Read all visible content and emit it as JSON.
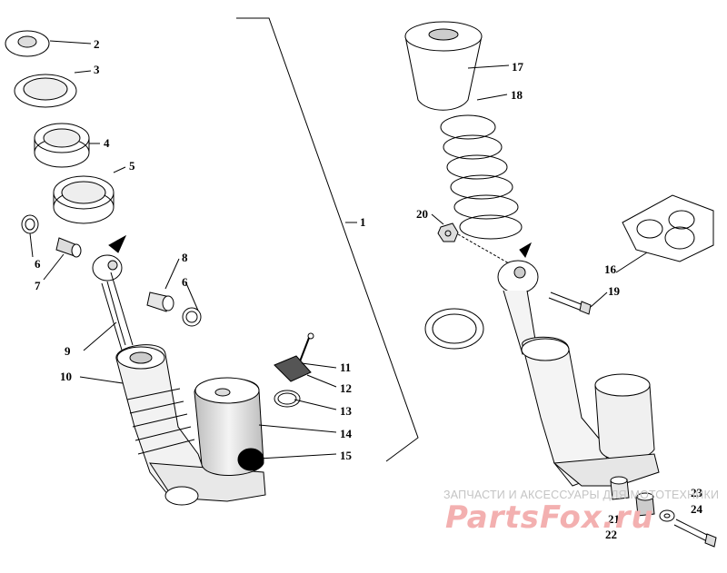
{
  "labels": [
    {
      "id": "1",
      "text": "1"
    },
    {
      "id": "2",
      "text": "2"
    },
    {
      "id": "3",
      "text": "3"
    },
    {
      "id": "4",
      "text": "4"
    },
    {
      "id": "5",
      "text": "5"
    },
    {
      "id": "6a",
      "text": "6"
    },
    {
      "id": "6b",
      "text": "6"
    },
    {
      "id": "7",
      "text": "7"
    },
    {
      "id": "8",
      "text": "8"
    },
    {
      "id": "9",
      "text": "9"
    },
    {
      "id": "10",
      "text": "10"
    },
    {
      "id": "11",
      "text": "11"
    },
    {
      "id": "12",
      "text": "12"
    },
    {
      "id": "13",
      "text": "13"
    },
    {
      "id": "14",
      "text": "14"
    },
    {
      "id": "15",
      "text": "15"
    },
    {
      "id": "16",
      "text": "16"
    },
    {
      "id": "17",
      "text": "17"
    },
    {
      "id": "18",
      "text": "18"
    },
    {
      "id": "19",
      "text": "19"
    },
    {
      "id": "20",
      "text": "20"
    },
    {
      "id": "21",
      "text": "21"
    },
    {
      "id": "22",
      "text": "22"
    },
    {
      "id": "23",
      "text": "23"
    },
    {
      "id": "24",
      "text": "24"
    }
  ],
  "watermark": {
    "tagline": "ЗАПЧАСТИ И АКСЕССУАРЫ ДЛЯ МОТОТЕХНИКИ",
    "brand": "PartsFox.ru",
    "colors": {
      "tagline": "#c4c4c4",
      "brand": "#f3b0b0"
    }
  },
  "colors": {
    "line": "#000000",
    "shade": "#d8d8d8",
    "logo": "#000000"
  }
}
